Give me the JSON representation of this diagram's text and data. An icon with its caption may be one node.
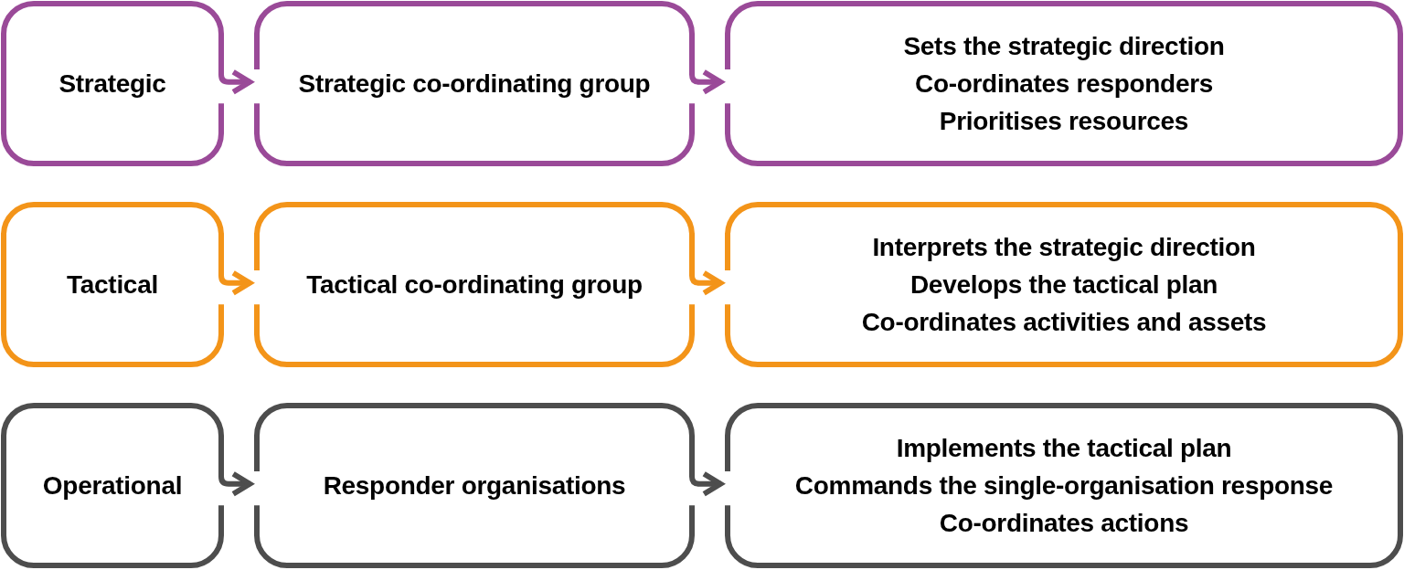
{
  "diagram": {
    "nodes": [
      {
        "text": [
          "Strategic"
        ]
      },
      {
        "text": [
          "Strategic co-ordinating group"
        ]
      },
      {
        "text": [
          "Sets the strategic direction",
          "Co-ordinates responders",
          "Prioritises resources"
        ]
      },
      {
        "text": [
          "Tactical"
        ]
      },
      {
        "text": [
          "Tactical co-ordinating group"
        ]
      },
      {
        "text": [
          "Interprets the strategic direction",
          "Develops the tactical plan",
          "Co-ordinates activities and assets"
        ]
      },
      {
        "text": [
          "Operational"
        ]
      },
      {
        "text": [
          "Responder organisations"
        ]
      },
      {
        "text": [
          "Implements the tactical plan",
          "Commands the single-organisation response",
          "Co-ordinates actions"
        ]
      }
    ],
    "edges": [
      {
        "from": 0,
        "to": 1,
        "arrow": "to",
        "color": "#9a4a98"
      },
      {
        "from": 1,
        "to": 2,
        "arrow": "to",
        "color": "#9a4a98"
      },
      {
        "from": 3,
        "to": 4,
        "arrow": "to",
        "color": "#f39419"
      },
      {
        "from": 4,
        "to": 5,
        "arrow": "to",
        "color": "#f39419"
      },
      {
        "from": 6,
        "to": 7,
        "arrow": "to",
        "color": "#4d4d4d"
      },
      {
        "from": 7,
        "to": 8,
        "arrow": "to",
        "color": "#4d4d4d"
      }
    ]
  }
}
